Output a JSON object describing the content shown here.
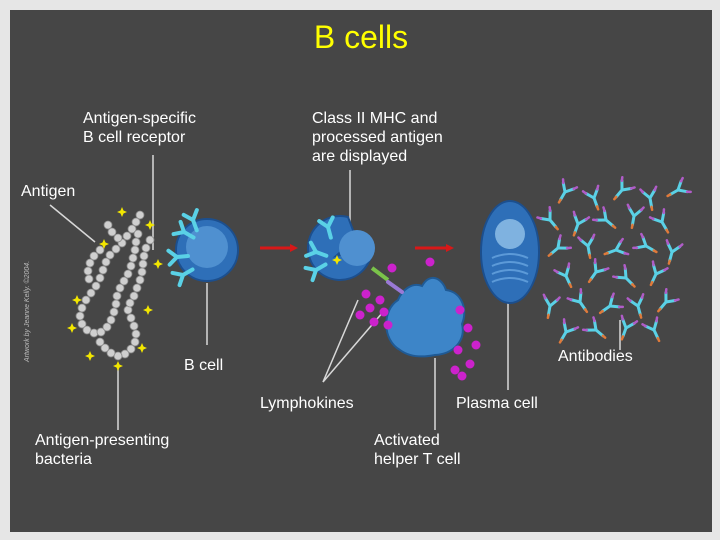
{
  "title": "B cells",
  "colors": {
    "background": "#464646",
    "title": "#ffff00",
    "text": "#ffffff",
    "cell_blue": "#2e6fb8",
    "nucleus": "#7fb2e0",
    "receptor": "#5ad1e6",
    "antigen": "#f2e600",
    "lymphokine": "#cc22cc",
    "arrow": "#d81818",
    "bacteria": "#cfcfcf"
  },
  "labels": {
    "antigen_specific_receptor": "Antigen-specific\nB cell receptor",
    "class2_mhc": "Class II MHC and\nprocessed antigen\nare displayed",
    "antigen": "Antigen",
    "b_cell": "B cell",
    "antibodies": "Antibodies",
    "lymphokines": "Lymphokines",
    "plasma_cell": "Plasma cell",
    "antigen_presenting_bacteria": "Antigen-presenting\nbacteria",
    "activated_helper_t_cell": "Activated\nhelper T cell"
  },
  "credit": "Artwork by Jeanne Kelly. ©2004."
}
